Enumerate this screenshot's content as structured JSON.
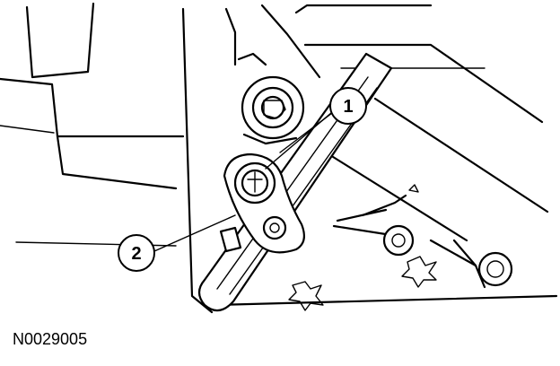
{
  "figure_id": "N0029005",
  "callouts": [
    {
      "number": "1"
    },
    {
      "number": "2"
    }
  ],
  "colors": {
    "line": "#000000",
    "background": "#ffffff"
  }
}
